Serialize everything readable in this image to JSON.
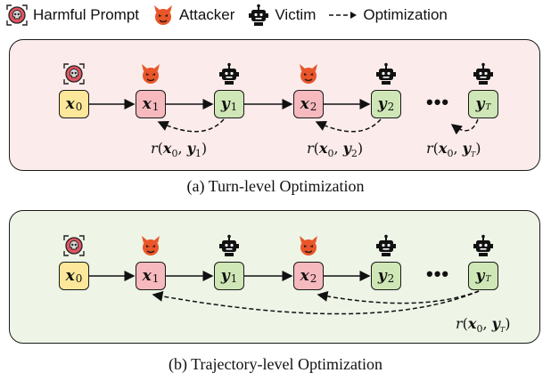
{
  "legend": {
    "harmful_prompt": "Harmful Prompt",
    "attacker": "Attacker",
    "victim": "Victim",
    "optimization": "Optimization"
  },
  "panels": {
    "turn_level": {
      "caption": "(a) Turn-level Optimization",
      "nodes": {
        "x0": {
          "var": "x",
          "sub": "0"
        },
        "x1": {
          "var": "x",
          "sub": "1"
        },
        "y1": {
          "var": "y",
          "sub": "1"
        },
        "x2": {
          "var": "x",
          "sub": "2"
        },
        "y2": {
          "var": "y",
          "sub": "2"
        },
        "yT": {
          "var": "y",
          "sub": "T"
        }
      },
      "ellipsis": "•••",
      "rewards": [
        {
          "fn": "r",
          "a": "x",
          "a_sub": "0",
          "b": "y",
          "b_sub": "1"
        },
        {
          "fn": "r",
          "a": "x",
          "a_sub": "0",
          "b": "y",
          "b_sub": "2"
        },
        {
          "fn": "r",
          "a": "x",
          "a_sub": "0",
          "b": "y",
          "b_sub": "T"
        }
      ]
    },
    "trajectory_level": {
      "caption": "(b) Trajectory-level Optimization",
      "nodes": {
        "x0": {
          "var": "x",
          "sub": "0"
        },
        "x1": {
          "var": "x",
          "sub": "1"
        },
        "y1": {
          "var": "y",
          "sub": "1"
        },
        "x2": {
          "var": "x",
          "sub": "2"
        },
        "y2": {
          "var": "y",
          "sub": "2"
        },
        "yT": {
          "var": "y",
          "sub": "T"
        }
      },
      "ellipsis": "•••",
      "rewards": [
        {
          "fn": "r",
          "a": "x",
          "a_sub": "0",
          "b": "y",
          "b_sub": "T"
        }
      ]
    }
  },
  "colors": {
    "panel_a_bg": "#fbeceb",
    "panel_b_bg": "#eef4e6",
    "prompt_node": "#fce79a",
    "attacker_node": "#f6b9be",
    "victim_node": "#cfe7b6",
    "attacker_icon": "#e8562a",
    "prompt_icon": "#e05562"
  },
  "icons": [
    "skull-icon",
    "devil-icon",
    "robot-icon",
    "dashed-arrow-icon"
  ]
}
